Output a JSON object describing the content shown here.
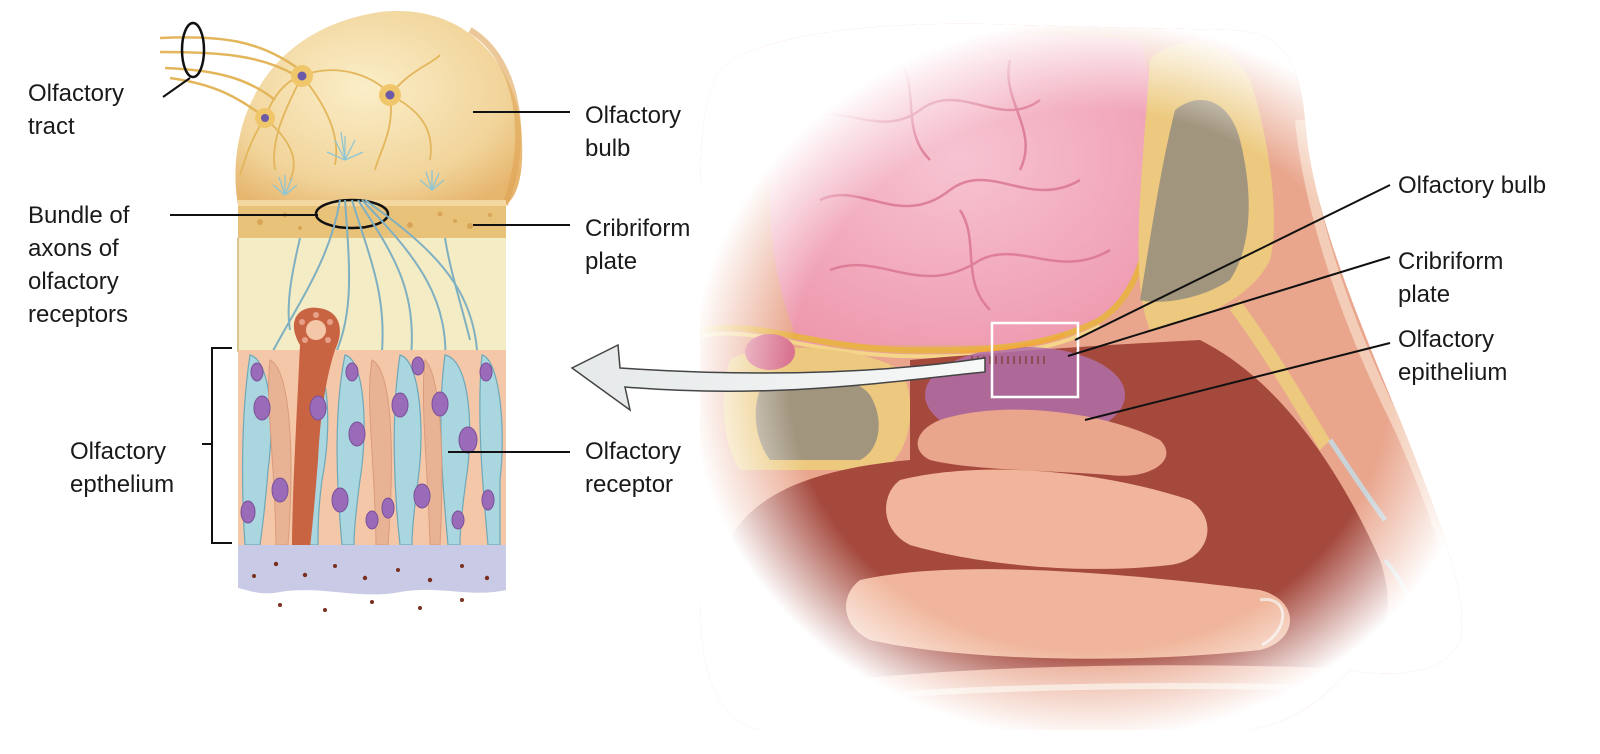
{
  "labels": {
    "olfactory_tract": "Olfactory\ntract",
    "olfactory_bulb_detail": "Olfactory\nbulb",
    "bundle_of_axons": "Bundle of\naxons of\nolfactory\nreceptors",
    "cribriform_plate_detail": "Cribriform\nplate",
    "olfactory_epithelium_detail": "Olfactory\nepthelium",
    "olfactory_receptor": "Olfactory\nreceptor",
    "olfactory_bulb_head": "Olfactory bulb",
    "cribriform_plate_head": "Cribriform\nplate",
    "olfactory_epithelium_head": "Olfactory\nepithelium"
  },
  "colors": {
    "bulb": "#f1d49a",
    "bone": "#e9c27a",
    "brain": "#f2a5bb",
    "epithelium_region": "#b06fa8",
    "tissue": "#e9a68d",
    "nasal_cavity": "#a5493d",
    "supporting_cell": "#f5c7a9",
    "receptor_cell": "#a9d6df",
    "nucleus": "#9a6bb8",
    "gland": "#c96443"
  }
}
